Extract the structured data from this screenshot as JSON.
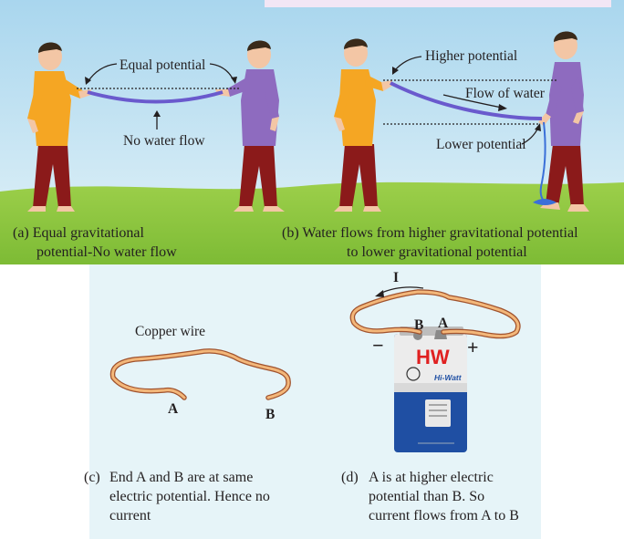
{
  "panel_a": {
    "label_top": "Equal potential",
    "label_bottom": "No water flow",
    "caption_line1": "(a) Equal gravitational",
    "caption_line2": "potential-No water flow"
  },
  "panel_b": {
    "label_high": "Higher potential",
    "label_flow": "Flow of water",
    "label_low": "Lower potential",
    "caption_line1": "(b) Water flows from higher gravitational potential",
    "caption_line2": "to lower gravitational potential"
  },
  "panel_c": {
    "label_wire": "Copper wire",
    "end_a": "A",
    "end_b": "B",
    "caption_prefix": "(c)",
    "caption_line1": "End A and B are at same",
    "caption_line2": "electric potential. Hence no",
    "caption_line3": "current"
  },
  "panel_d": {
    "current_label": "I",
    "terminal_b": "B",
    "terminal_a": "A",
    "minus_sign": "−",
    "plus_sign": "+",
    "battery_brand": "HW",
    "battery_subbrand": "Hi-Watt",
    "caption_prefix": "(d)",
    "caption_line1": "A is at higher electric",
    "caption_line2": "potential than B. So",
    "caption_line3": "current flows from A to B"
  },
  "colors": {
    "sky_top": "#a9d6ee",
    "sky_bottom": "#dff1f7",
    "grass": "#8dc63f",
    "panel_bg": "#e6f4f8",
    "shirt_orange": "#f5a623",
    "shirt_purple": "#8e6bbf",
    "trousers": "#8b1a1a",
    "copper": "#e8a25a",
    "battery_blue": "#1f4fa3"
  }
}
